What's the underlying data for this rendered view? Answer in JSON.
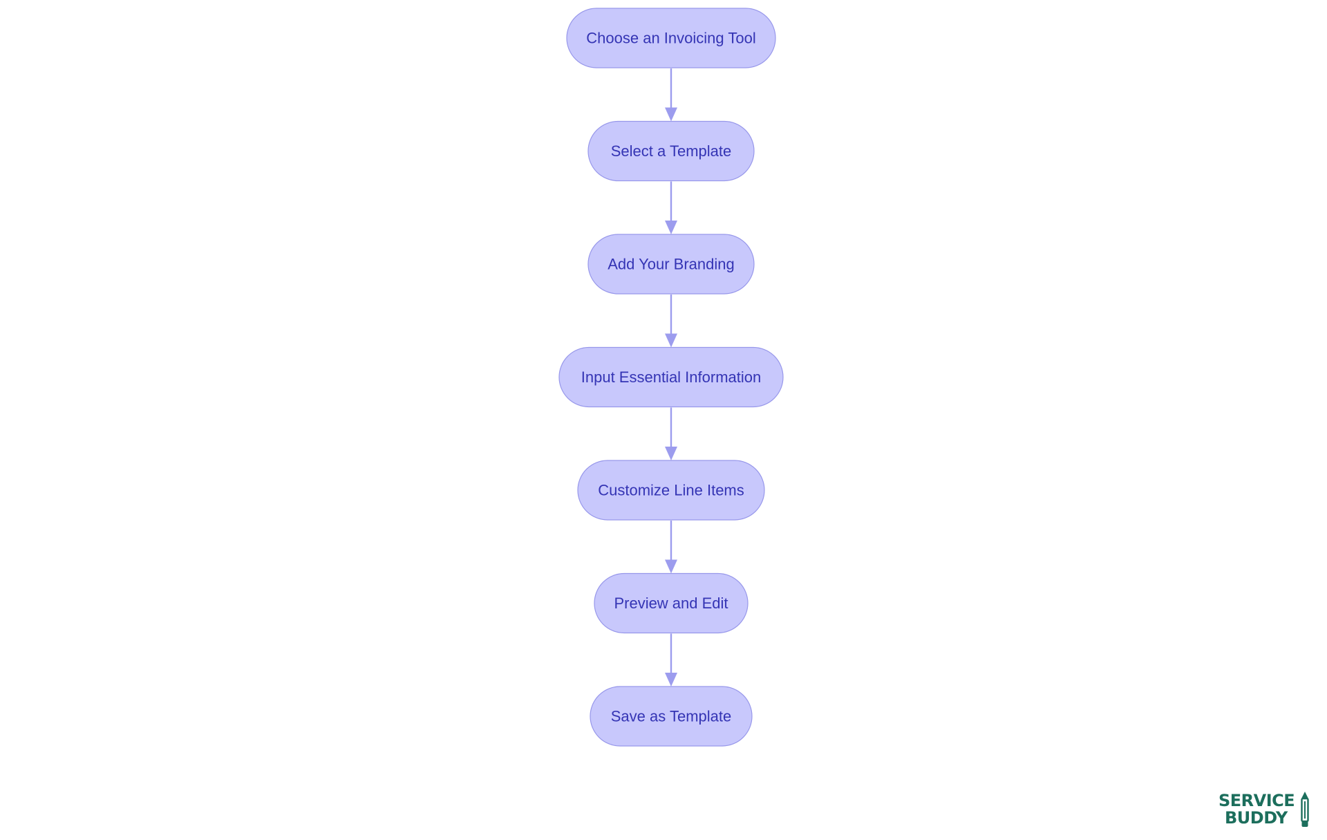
{
  "diagram": {
    "nodes": [
      {
        "id": "n1",
        "label": "Choose an Invoicing Tool"
      },
      {
        "id": "n2",
        "label": "Select a Template"
      },
      {
        "id": "n3",
        "label": "Add Your Branding"
      },
      {
        "id": "n4",
        "label": "Input Essential Information"
      },
      {
        "id": "n5",
        "label": "Customize Line Items"
      },
      {
        "id": "n6",
        "label": "Preview and Edit"
      },
      {
        "id": "n7",
        "label": "Save as Template"
      }
    ],
    "edges": [
      {
        "from": "n1",
        "to": "n2"
      },
      {
        "from": "n2",
        "to": "n3"
      },
      {
        "from": "n3",
        "to": "n4"
      },
      {
        "from": "n4",
        "to": "n5"
      },
      {
        "from": "n5",
        "to": "n6"
      },
      {
        "from": "n6",
        "to": "n7"
      }
    ],
    "colors": {
      "node_fill": "#c8c8fc",
      "node_stroke": "#9797ea",
      "node_text": "#3434b4",
      "edge": "#9c9cee"
    }
  },
  "logo": {
    "line1": "SERVICE",
    "line2": "BUDDY",
    "color": "#1c6e5c",
    "icon": "pencil-icon"
  }
}
